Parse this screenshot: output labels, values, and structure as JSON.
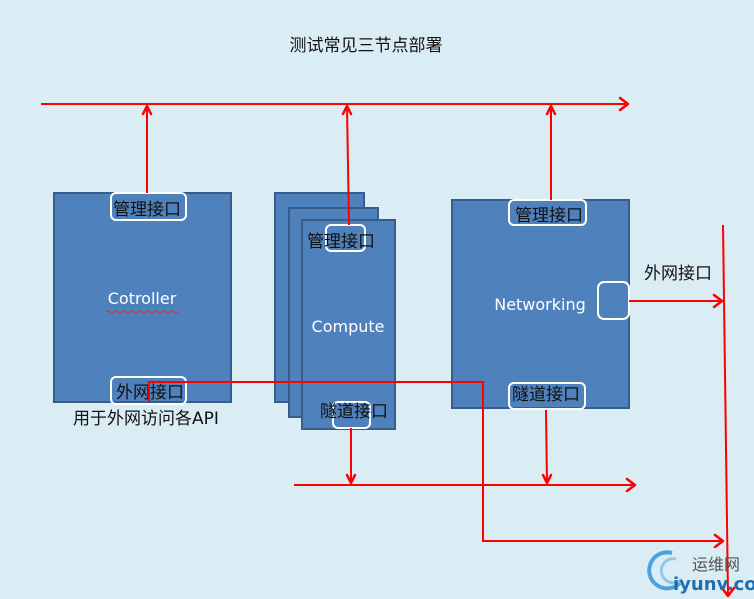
{
  "title": "测试常见三节点部署",
  "nodes": {
    "controller": {
      "label": "Cotroller",
      "mgmt_port": "管理接口",
      "ext_port": "外网接口",
      "caption": "用于外网访问各API"
    },
    "compute": {
      "label": "Compute",
      "mgmt_port": "管理接口",
      "tunnel_port": "隧道接口"
    },
    "networking": {
      "label": "Networking",
      "mgmt_port": "管理接口",
      "tunnel_port": "隧道接口",
      "ext_port_label": "外网接口"
    }
  },
  "colors": {
    "background": "#dbedf4",
    "node_fill": "#4f81bd",
    "node_border": "#385d8a",
    "link": "#ff0000",
    "port_border": "#ffffff"
  },
  "watermark": {
    "text": "运维网",
    "url": "iyunv.com"
  }
}
